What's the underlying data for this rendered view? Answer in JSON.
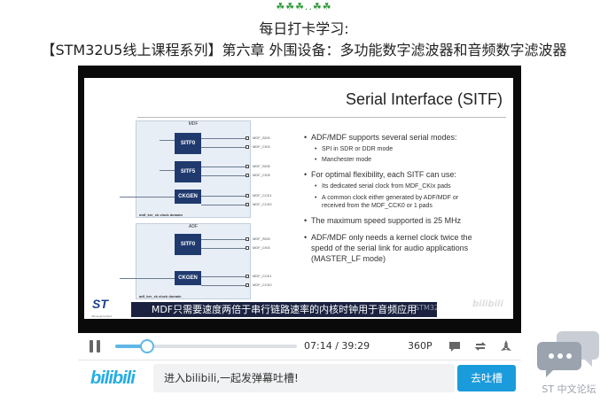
{
  "header": {
    "decoration": "☘☘☘..☘☘",
    "line1": "每日打卡学习:",
    "line2": "【STM32U5线上课程系列】第六章 外围设备：多功能数字滤波器和音频数字滤波器"
  },
  "slide": {
    "title": "Serial Interface (SITF)",
    "diagram": {
      "mdf_label": "MDF",
      "adf_label": "ADF",
      "mdf_blocks": [
        "SITF0",
        "SITF5",
        "CKGEN"
      ],
      "adf_blocks": [
        "SITF0",
        "CKGEN"
      ],
      "mdf_pins": [
        "MDF_SDI0",
        "MDF_CKI0",
        "MDF_SDI5",
        "MDF_CKI5",
        "MDF_CCK1",
        "MDF_CCK0"
      ],
      "adf_pins": [
        "MDF_SDI0",
        "MDF_CKI0",
        "MDF_CCK1",
        "MDF_CCK0"
      ],
      "mdf_domain": "mdf_ker_ck clock domain",
      "adf_domain": "adf_ker_ck clock domain"
    },
    "bullets": [
      {
        "text": "ADF/MDF supports several serial modes:",
        "sub": [
          "SPI in SDR or DDR mode",
          "Manchester mode"
        ]
      },
      {
        "text": "For optimal flexibility, each SITF can use:",
        "sub": [
          "Its dedicated serial clock from MDF_CKIx pads",
          "A common clock either generated by ADF/MDF or",
          "received from the MDF_CCK0 or 1 pads"
        ]
      },
      {
        "text": "The maximum speed supported is 25 MHz",
        "sub": []
      },
      {
        "text": "ADF/MDF only needs a kernel clock twice the",
        "sub": []
      },
      {
        "text": "spedd of the serial link for audio applications",
        "sub": []
      },
      {
        "text": "(MASTER_LF mode)",
        "sub": []
      }
    ],
    "logo": "ST",
    "logo_sub": "life.augmented",
    "subtitle": "MDF只需要速度两倍于串行链路速率的内核时钟用于音频应用",
    "watermark": "STM32单片机",
    "watermark2": "bilibili"
  },
  "controls": {
    "progress": 0.178,
    "current_time": "07:14",
    "separator": "/",
    "total_time": "39:29",
    "quality": "360P"
  },
  "bottom_bar": {
    "logo": "bilibili",
    "danmaku_placeholder": "进入bilibili,一起发弹幕吐槽!",
    "send_label": "去吐槽"
  },
  "forum": {
    "label": "ST 中文论坛"
  },
  "colors": {
    "accent": "#1a9bdc",
    "progress": "#5fb7e6",
    "st_blue": "#1b3f8f"
  }
}
